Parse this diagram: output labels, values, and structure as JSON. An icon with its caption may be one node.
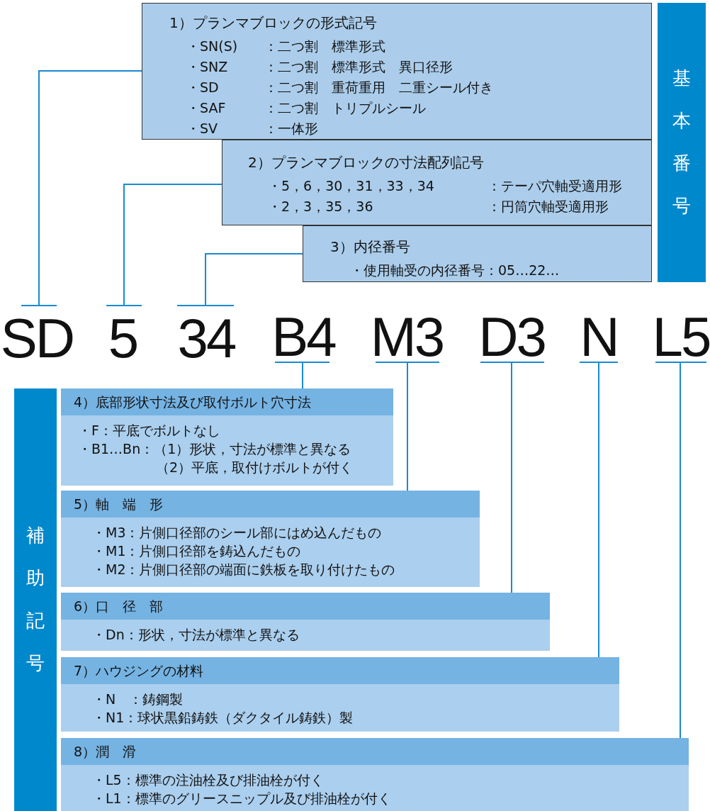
{
  "diagram": {
    "nodes": [
      {
        "text": [
          "1）プランマブロックの形式記号",
          "・SN(S)",
          "：二つ割　標準形式",
          "・SNZ",
          "：二つ割　標準形式　異口径形",
          "・SD",
          "：二つ割　重荷重用　二重シール付き",
          "・SAF",
          "：二つ割　トリプルシール",
          "・SV",
          "：一体形"
        ]
      },
      {
        "text": [
          "2）プランマブロックの寸法配列記号",
          "・5，6，30，31，33，34",
          "：テーパ穴軸受適用形",
          "・2，3，35，36",
          "：円筒穴軸受適用形"
        ]
      },
      {
        "text": [
          "3）内径番号",
          "・使用軸受の内径番号：05…22…"
        ]
      },
      {
        "text": [
          "基本番号"
        ]
      },
      {
        "text": [
          "SD"
        ]
      },
      {
        "text": [
          "5"
        ]
      },
      {
        "text": [
          "34"
        ]
      },
      {
        "text": [
          "B4"
        ]
      },
      {
        "text": [
          "M3"
        ]
      },
      {
        "text": [
          "D3"
        ]
      },
      {
        "text": [
          "N"
        ]
      },
      {
        "text": [
          "L5"
        ]
      },
      {
        "text": [
          "補助記号"
        ]
      },
      {
        "text": [
          "4）底部形状寸法及び取付ボルト穴寸法",
          "・F：平底でボルトなし",
          "・B1…Bn：（1）形状，寸法が標準と異なる",
          "（2）平底，取付けボルトが付く"
        ]
      },
      {
        "text": [
          "5）軸　端　形",
          "・M3：片側口径部のシール部にはめ込んだもの",
          "・M1：片側口径部を鋳込んだもの",
          "・M2：片側口径部の端面に鉄板を取り付けたもの"
        ]
      },
      {
        "text": [
          "6）口　径　部",
          "・Dn：形状，寸法が標準と異なる"
        ]
      },
      {
        "text": [
          "7）ハウジングの材料",
          "・N　：鋳鋼製",
          "・N1：球状黒鉛鋳鉄（ダクタイル鋳鉄）製"
        ]
      },
      {
        "text": [
          "8）潤　滑",
          "・L5：標準の注油栓及び排油栓が付く",
          "・L1：標準のグリースニップル及び排油栓が付く"
        ]
      }
    ],
    "edges": [
      {
        "from": 4,
        "to": 0,
        "arrow": "none"
      },
      {
        "from": 5,
        "to": 1,
        "arrow": "none"
      },
      {
        "from": 6,
        "to": 2,
        "arrow": "none"
      },
      {
        "from": 7,
        "to": 13,
        "arrow": "none"
      },
      {
        "from": 8,
        "to": 14,
        "arrow": "none"
      },
      {
        "from": 9,
        "to": 15,
        "arrow": "none"
      },
      {
        "from": 10,
        "to": 16,
        "arrow": "none"
      },
      {
        "from": 11,
        "to": 17,
        "arrow": "none"
      }
    ]
  }
}
